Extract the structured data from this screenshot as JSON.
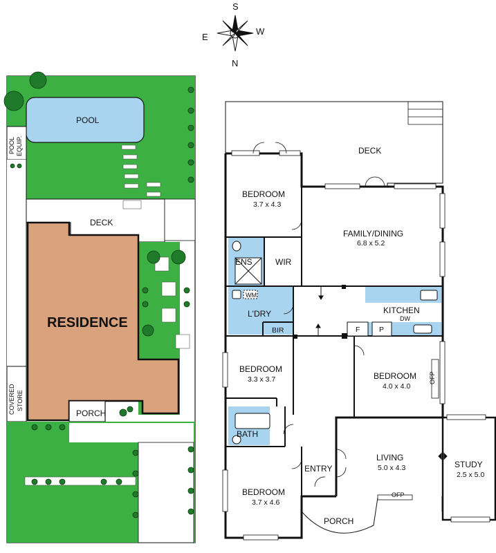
{
  "compass": {
    "n": "N",
    "s": "S",
    "e": "E",
    "w": "W"
  },
  "site": {
    "pool": "POOL",
    "pool_equip_1": "POOL",
    "pool_equip_2": "EQUIP.",
    "deck": "DECK",
    "residence": "RESIDENCE",
    "porch": "PORCH",
    "covered_store_1": "COVERED",
    "covered_store_2": "STORE"
  },
  "floor": {
    "deck": "DECK",
    "bed1": {
      "name": "BEDROOM",
      "dim": "3.7 x 4.3"
    },
    "ens": "ENS",
    "wir": "WIR",
    "family": {
      "name": "FAMILY/DINING",
      "dim": "6.8 x 5.2"
    },
    "wm": "WM",
    "ldry": "L'DRY",
    "bir": "BIR",
    "kitchen": "KITCHEN",
    "dw": "DW",
    "f": "F",
    "p": "P",
    "bed2": {
      "name": "BEDROOM",
      "dim": "3.3 x 3.7"
    },
    "bed3": {
      "name": "BEDROOM",
      "dim": "4.0 x 4.0"
    },
    "ofp": "OFP",
    "bath": "BATH",
    "entry": "ENTRY",
    "living": {
      "name": "LIVING",
      "dim": "5.0 x 4.3"
    },
    "ofp2": "OFP",
    "study": {
      "name": "STUDY",
      "dim": "2.5 x 5.0"
    },
    "bed4": {
      "name": "BEDROOM",
      "dim": "3.7 x 4.6"
    },
    "porch": "PORCH"
  },
  "colors": {
    "grass": "#3cb043",
    "residence": "#d9a27d",
    "wet": "#a8d4ef",
    "line": "#111111"
  }
}
